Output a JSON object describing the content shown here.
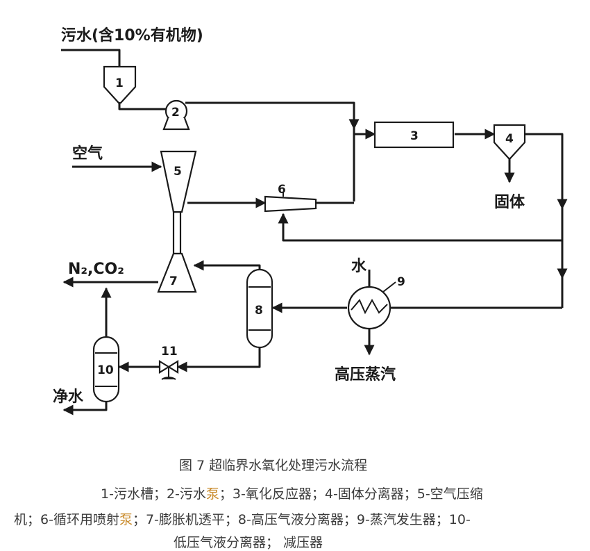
{
  "labels": {
    "sewage": "污水(含10%有机物)",
    "air": "空气",
    "solid": "固体",
    "n2co2": "N₂,CO₂",
    "water": "水",
    "steam": "高压蒸汽",
    "clean_water": "净水"
  },
  "units": [
    "1",
    "2",
    "3",
    "4",
    "5",
    "6",
    "7",
    "8",
    "9",
    "10",
    "11"
  ],
  "caption": {
    "title": "图  7 超临界水氧化处理污水流程",
    "line1_a": "1-污水槽；2-污水",
    "line1_accent": "泵",
    "line1_b": "；3-氧化反应器；4-固体分离器；5-空气压缩",
    "line2_a": "机；6-循环用喷射",
    "line2_accent": "泵",
    "line2_b": "；7-膨胀机透平；8-高压气液分离器；9-蒸汽发生器；10-",
    "line3": "低压气液分离器；  减压器"
  },
  "colors": {
    "line": "#1a1a1a",
    "accent": "#c98a2a"
  }
}
